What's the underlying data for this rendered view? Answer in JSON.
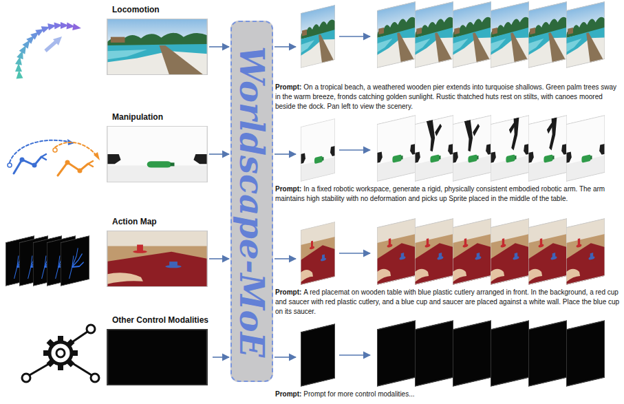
{
  "diagram": {
    "nodes": [
      {
        "text": [
          "Locomotion"
        ]
      },
      {
        "text": [
          "Manipulation"
        ]
      },
      {
        "text": [
          "Action Map"
        ]
      },
      {
        "text": [
          "Other Control Modalities"
        ]
      },
      {
        "text": [
          "Worldscape-MoE"
        ]
      },
      {
        "text": [
          "Prompt:",
          "On a tropical beach, a weathered wooden pier extends into turquoise shallows. Green palm trees sway in the warm breeze, fronds catching golden sunlight. Rustic thatched huts rest on stilts, with canoes moored beside the dock. Pan left to view the scenery."
        ]
      },
      {
        "text": [
          "Prompt:",
          "In a fixed robotic workspace, generate a rigid, physically consistent embodied robotic arm. The arm maintains high stability with no deformation and picks up Sprite placed in the middle of the table."
        ]
      },
      {
        "text": [
          "Prompt:",
          "A red placemat on wooden table with blue plastic cutlery arranged in front. In the background, a red cup and saucer with red plastic cutlery, and a blue cup and saucer are placed against a white wall. Place the blue cup on its saucer."
        ]
      },
      {
        "text": [
          "Prompt:",
          "Prompt for more control modalities..."
        ]
      }
    ],
    "edges": [
      {
        "from": 0,
        "to": 4,
        "arrow": "to"
      },
      {
        "from": 1,
        "to": 4,
        "arrow": "to"
      },
      {
        "from": 2,
        "to": 4,
        "arrow": "to"
      },
      {
        "from": 3,
        "to": 4,
        "arrow": "to"
      },
      {
        "from": 4,
        "to": 5,
        "arrow": "to"
      },
      {
        "from": 4,
        "to": 6,
        "arrow": "to"
      },
      {
        "from": 4,
        "to": 7,
        "arrow": "to"
      },
      {
        "from": 4,
        "to": 8,
        "arrow": "to"
      }
    ]
  }
}
